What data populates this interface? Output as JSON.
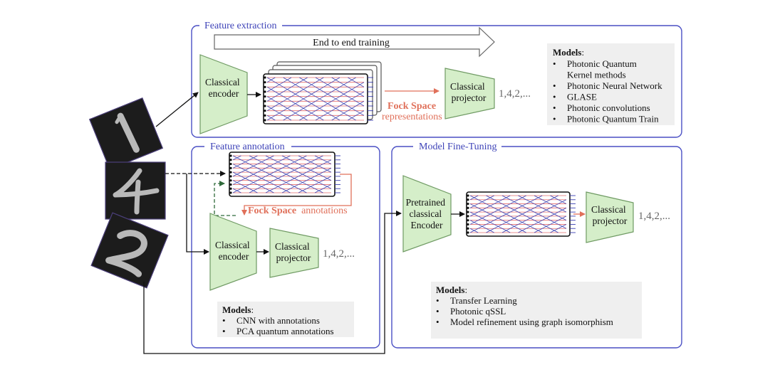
{
  "panels": {
    "feature_extraction": {
      "title": "Feature extraction",
      "training_arrow": "End to end training",
      "encoder": "Classical\nencoder",
      "projector": "Classical\nprojector",
      "output": "1,4,2,...",
      "fock_bold": "Fock Space",
      "fock_sub": "representations",
      "models_heading": "Models",
      "models": [
        "Photonic Quantum\nKernel methods",
        "Photonic Neural Network",
        "GLASE",
        "Photonic convolutions",
        "Photonic Quantum Train"
      ]
    },
    "feature_annotation": {
      "title": "Feature annotation",
      "encoder": "Classical\nencoder",
      "projector": "Classical\nprojector",
      "output": "1,4,2,...",
      "fock_bold": "Fock Space",
      "fock_rest": "annotations",
      "models_heading": "Models",
      "models": [
        "CNN with annotations",
        "PCA quantum annotations"
      ]
    },
    "fine_tuning": {
      "title": "Model Fine-Tuning",
      "encoder": "Pretrained\nclassical\nEncoder",
      "projector": "Classical\nprojector",
      "output": "1,4,2,...",
      "models_heading": "Models",
      "models": [
        "Transfer Learning",
        "Photonic qSSL",
        "Model refinement using graph isomorphism"
      ]
    }
  },
  "colors": {
    "panel_border": "#4a4fc4",
    "block_fill": "#d5eec9",
    "fock_accent": "#e0705a",
    "annotation_loop": "#2f6a3a"
  }
}
